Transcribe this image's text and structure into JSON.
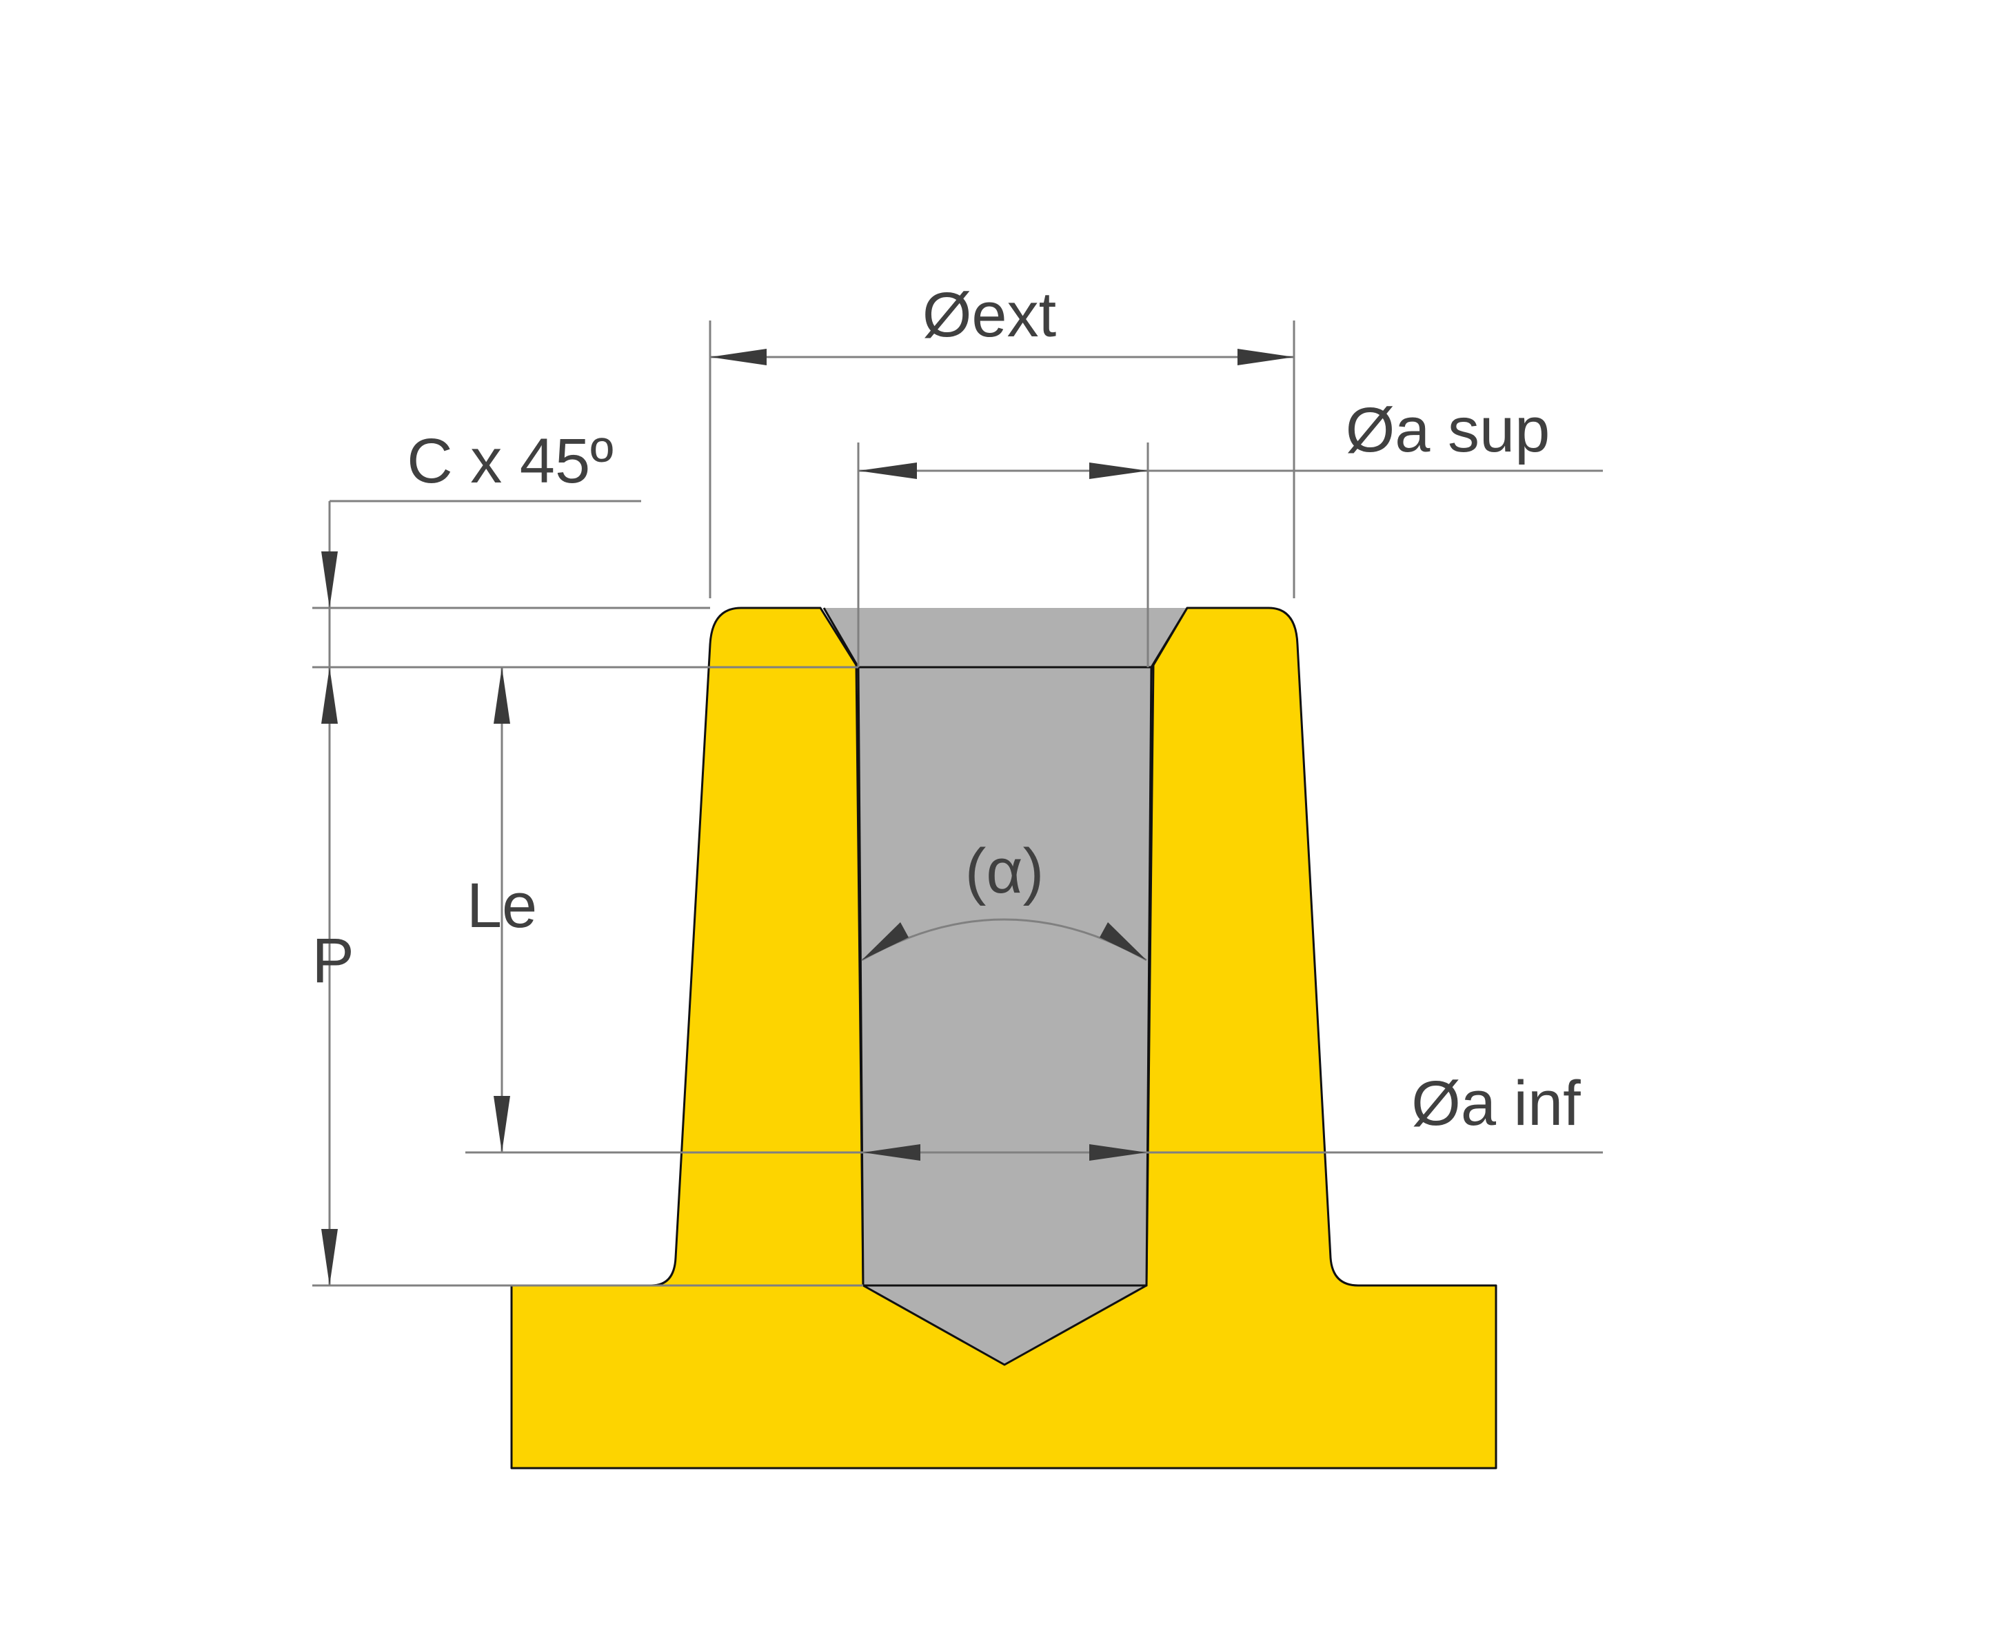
{
  "labels": {
    "outer_diameter": "Øext",
    "chamfer": "C x 45º",
    "upper_diameter": "Øa sup",
    "angle": "(α)",
    "engagement_length": "Le",
    "depth": "P",
    "lower_diameter": "Øa inf"
  },
  "colors": {
    "boss_fill": "#FDD400",
    "hole_fill": "#B0B0B0",
    "outline": "#111111",
    "dimension_line": "#808080",
    "arrow": "#3A3A3A",
    "label_text": "#404040"
  }
}
